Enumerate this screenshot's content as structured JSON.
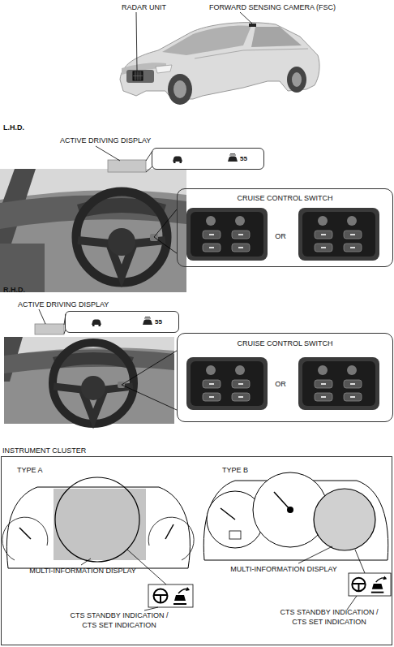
{
  "diagram": {
    "nodes": [
      {
        "text": [
          "55"
        ]
      },
      {
        "text": [
          "CRUISE CONTROL SWITCH",
          "OR"
        ]
      },
      {
        "text": [
          "55"
        ]
      },
      {
        "text": [
          "CRUISE CONTROL SWITCH",
          "OR"
        ]
      },
      {
        "text": [
          "INSTRUMENT CLUSTER",
          "TYPE A",
          "TYPE B",
          "MULTI-INFORMATION DISPLAY",
          "CTS STANDBY INDICATION / CTS SET INDICATION",
          "MULTI-INFORMATION DISPLAY",
          "CTS STANDBY INDICATION / CTS SET INDICATION"
        ]
      }
    ],
    "labels": [
      "RADAR UNIT",
      "FORWARD SENSING CAMERA (FSC)",
      "L.H.D.",
      "ACTIVE DRIVING DISPLAY",
      "R.H.D.",
      "ACTIVE DRIVING DISPLAY"
    ]
  }
}
